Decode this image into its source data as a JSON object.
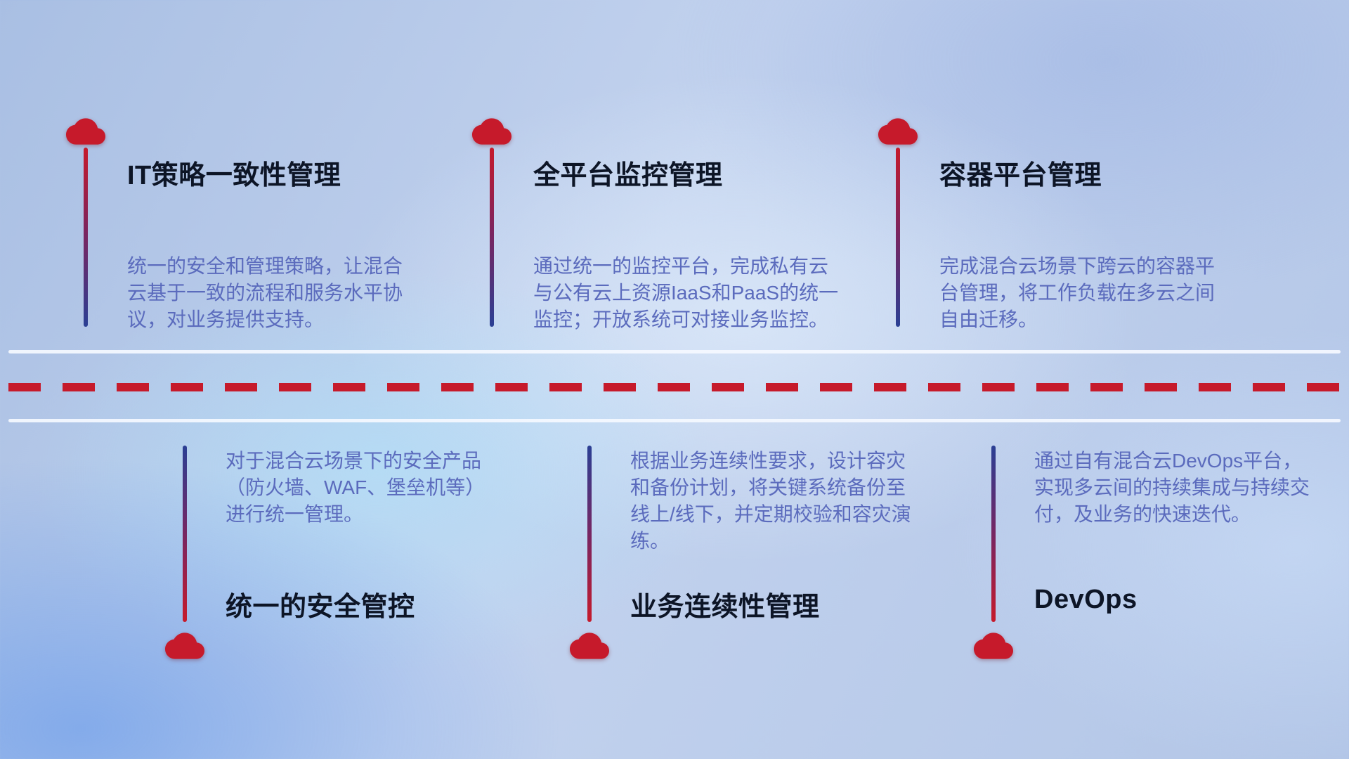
{
  "colors": {
    "accent_red": "#c61a2b",
    "accent_blue": "#2a3f94",
    "title_color": "#0d1526",
    "desc_color": "#5b6bbd",
    "road_edge": "#f5f9ff"
  },
  "icons": {
    "marker": "cloud-icon"
  },
  "top_items": [
    {
      "title": "IT策略一致性管理",
      "description": "统一的安全和管理策略，让混合云基于一致的流程和服务水平协议，对业务提供支持。"
    },
    {
      "title": "全平台监控管理",
      "description": "通过统一的监控平台，完成私有云与公有云上资源IaaS和PaaS的统一监控；开放系统可对接业务监控。"
    },
    {
      "title": "容器平台管理",
      "description": "完成混合云场景下跨云的容器平台管理，将工作负载在多云之间自由迁移。"
    }
  ],
  "bottom_items": [
    {
      "title": "统一的安全管控",
      "description": "对于混合云场景下的安全产品（防火墙、WAF、堡垒机等）进行统一管理。"
    },
    {
      "title": "业务连续性管理",
      "description": "根据业务连续性要求，设计容灾和备份计划，将关键系统备份至线上/线下，并定期校验和容灾演练。"
    },
    {
      "title": "DevOps",
      "description": "通过自有混合云DevOps平台，实现多云间的持续集成与持续交付，及业务的快速迭代。"
    }
  ]
}
